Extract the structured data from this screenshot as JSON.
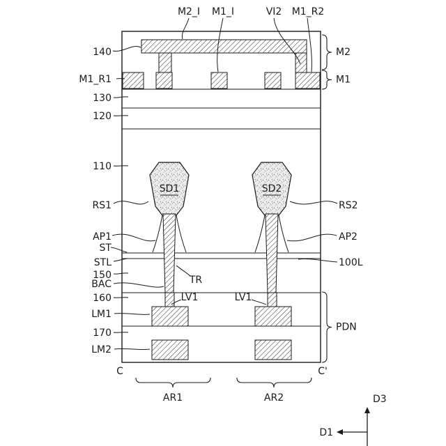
{
  "diagram": {
    "top_labels": [
      "M2_I",
      "M1_I",
      "VI2",
      "M1_R2"
    ],
    "left_labels": [
      "140",
      "M1_R1",
      "130",
      "120",
      "110",
      "RS1",
      "AP1",
      "ST",
      "STL",
      "150",
      "BAC",
      "160",
      "LM1",
      "170",
      "LM2"
    ],
    "right_labels": [
      "M2",
      "M1",
      "RS2",
      "AP2",
      "100L",
      "PDN"
    ],
    "inner_labels": {
      "sd1": "SD1",
      "sd2": "SD2",
      "tr": "TR",
      "lv1_left": "LV1",
      "lv1_right": "LV1"
    },
    "bottom_labels": {
      "c": "C",
      "c_prime": "C'",
      "ar1": "AR1",
      "ar2": "AR2"
    },
    "axis_labels": {
      "d3": "D3",
      "d1": "D1"
    },
    "patterns": {
      "metal_fill": "diagonal-hatch",
      "epitaxy_fill": "stipple-dots"
    },
    "colors": {
      "line": "#1a1a1a",
      "background": "#ffffff"
    }
  }
}
